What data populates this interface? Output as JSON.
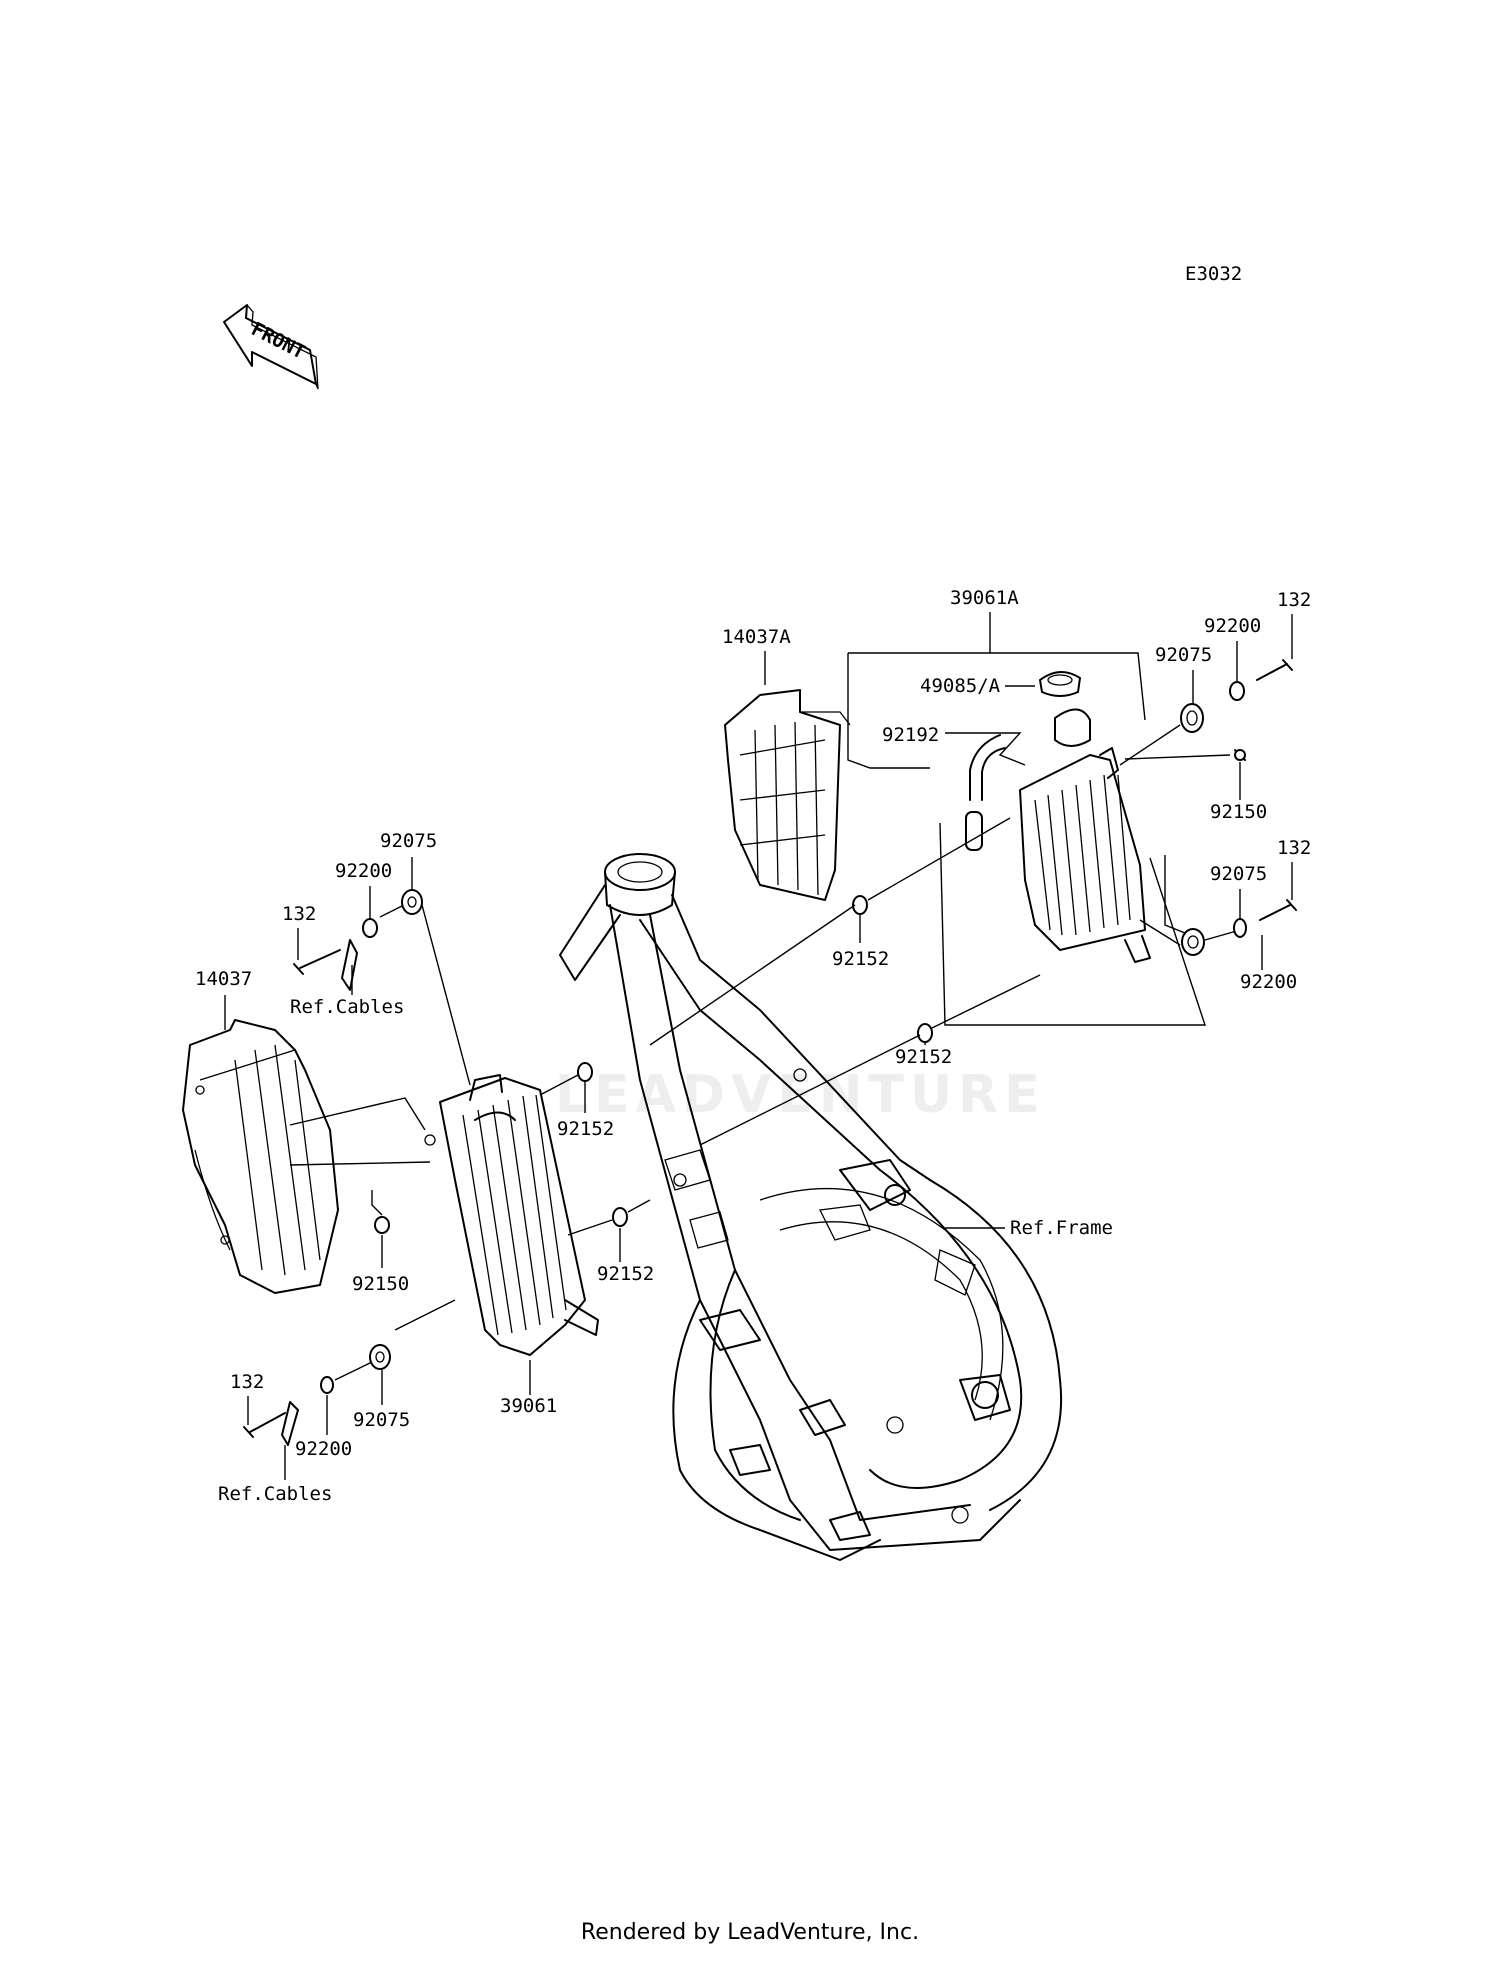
{
  "diagram_code": "E3032",
  "front_label": "FRONT",
  "watermark": "LEADVENTURE",
  "footer": "Rendered by LeadVenture, Inc.",
  "callouts": {
    "c_39061A": "39061A",
    "c_14037A": "14037A",
    "c_49085A": "49085/A",
    "c_92192": "92192",
    "c_92075_tr": "92075",
    "c_92200_tr": "92200",
    "c_132_tr": "132",
    "c_92150_r": "92150",
    "c_92075_r": "92075",
    "c_132_r": "132",
    "c_92200_r": "92200",
    "c_92152_c1": "92152",
    "c_92152_c2": "92152",
    "c_92075_l": "92075",
    "c_92200_l": "92200",
    "c_132_l": "132",
    "c_refcables_1": "Ref.Cables",
    "c_14037": "14037",
    "c_92152_l1": "92152",
    "c_92150_l": "92150",
    "c_92152_l2": "92152",
    "c_refframe": "Ref.Frame",
    "c_39061": "39061",
    "c_132_bl": "132",
    "c_92200_bl": "92200",
    "c_92075_bl": "92075",
    "c_refcables_2": "Ref.Cables"
  }
}
